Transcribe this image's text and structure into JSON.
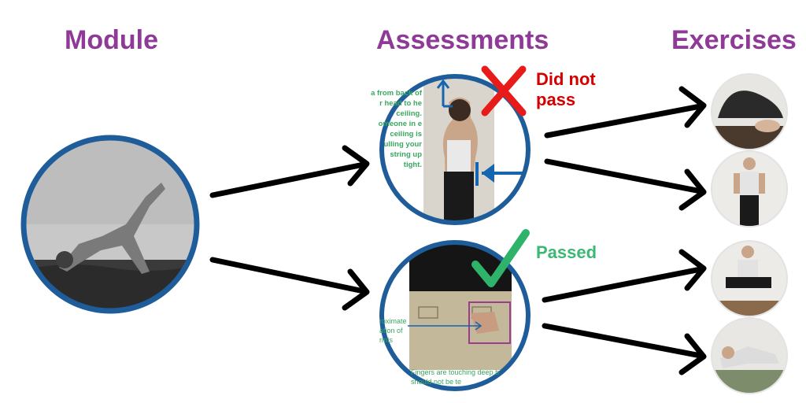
{
  "headings": {
    "module": "Module",
    "assessments": "Assessments",
    "exercises": "Exercises"
  },
  "status": {
    "fail": "Did not pass",
    "pass": "Passed"
  },
  "assessment_top": {
    "note": "a from back of r head to he ceiling. omeone in e ceiling is ulling your string up tight."
  },
  "assessment_bottom": {
    "note1": "roximate ation of rmis",
    "note2": "Fingers are touching deep b should not be te"
  },
  "colors": {
    "heading": "#8e3a96",
    "circle_border": "#1f5d9a",
    "fail": "#d40000",
    "pass": "#3bb873",
    "arrow": "#000000",
    "marker": "#1565b0"
  },
  "icons": {
    "fail": "red-x-icon",
    "pass": "green-check-icon"
  }
}
